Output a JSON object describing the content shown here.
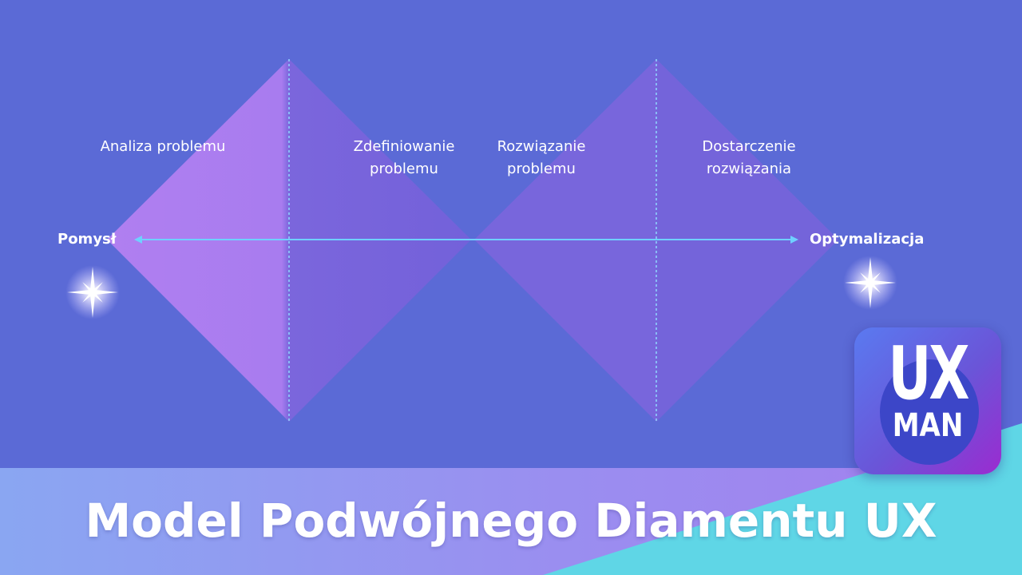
{
  "diagram": {
    "phases": [
      {
        "label": "Analiza problemu"
      },
      {
        "label": "Zdefiniowanie\nproblemu"
      },
      {
        "label": "Rozwiązanie\nproblemu"
      },
      {
        "label": "Dostarczenie\nrozwiązania"
      }
    ],
    "start_label": "Pomysł",
    "end_label": "Optymalizacja"
  },
  "logo": {
    "line1": "UX",
    "line2": "MAN"
  },
  "title": "Model Podwójnego Diamentu UX",
  "colors": {
    "background": "#5b6ad6",
    "diamond_left_fill": "#b07ff0",
    "diamond_right_fill": "#8a70e6",
    "timeline": "#6fd0ff",
    "banner_left": "#8aa6f2",
    "banner_accent": "#5fd6e6"
  }
}
